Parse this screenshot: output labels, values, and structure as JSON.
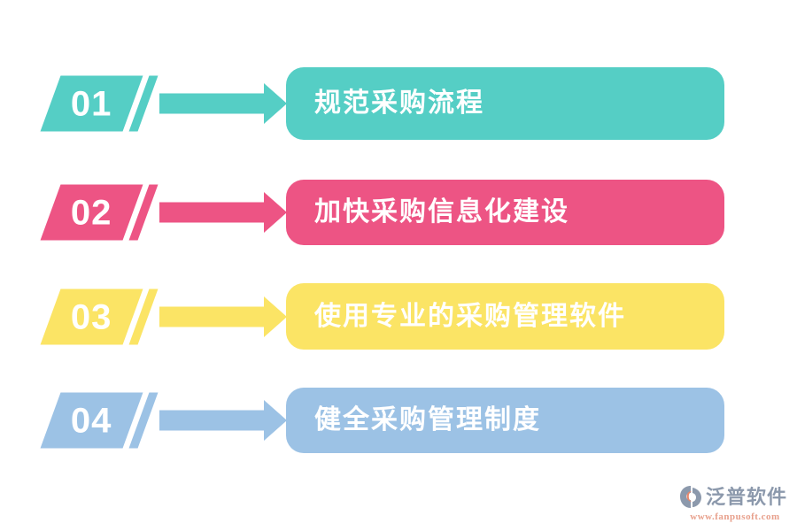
{
  "steps": [
    {
      "number": "01",
      "label": "规范采购流程",
      "color": "#55CEC5"
    },
    {
      "number": "02",
      "label": "加快采购信息化建设",
      "color": "#ED5484"
    },
    {
      "number": "03",
      "label": "使用专业的采购管理软件",
      "color": "#FBE465"
    },
    {
      "number": "04",
      "label": "健全采购管理制度",
      "color": "#9CC2E5"
    }
  ],
  "footer": {
    "brand": "泛普软件",
    "url": "www.fanpusoft.com",
    "brand_color": "#8C99AC",
    "url_color": "#E8A08C",
    "icon_accent_color": "#E8876B"
  }
}
